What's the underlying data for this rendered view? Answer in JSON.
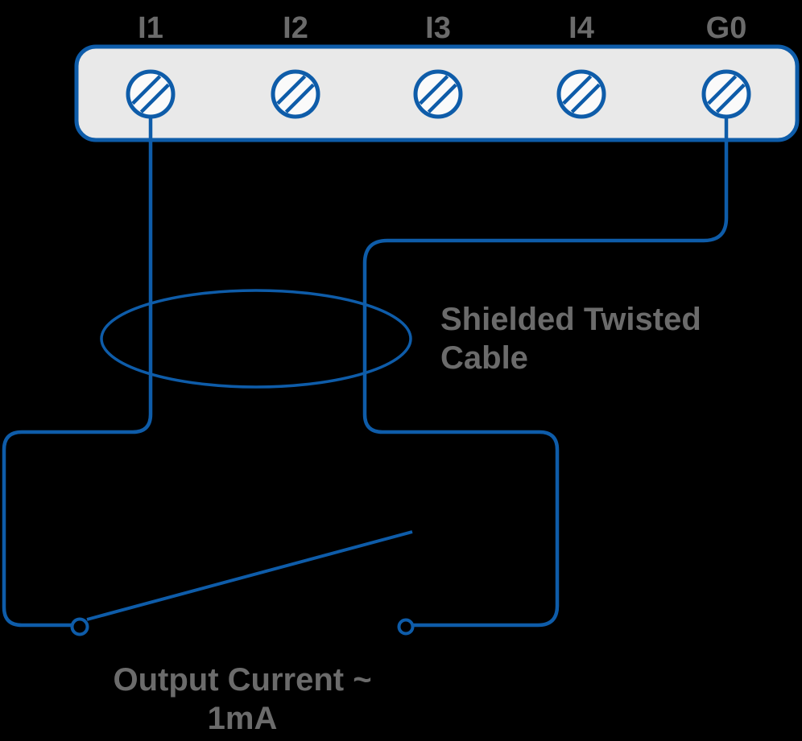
{
  "diagram": {
    "terminal_block": {
      "terminals": [
        {
          "label": "I1"
        },
        {
          "label": "I2"
        },
        {
          "label": "I3"
        },
        {
          "label": "I4"
        },
        {
          "label": "G0"
        }
      ]
    },
    "cable_annotation": {
      "line1": "Shielded Twisted",
      "line2": "Cable"
    },
    "output_annotation": {
      "line1": "Output Current ~",
      "line2": "1mA"
    },
    "icons": {
      "screw_terminal": "screw-head-icon"
    },
    "colors": {
      "wire_blue": "#0e5ca9",
      "block_fill": "#e9e9e9",
      "screw_fill": "#fafafa",
      "label_gray": "#6b6b6b",
      "background": "#000000"
    }
  }
}
